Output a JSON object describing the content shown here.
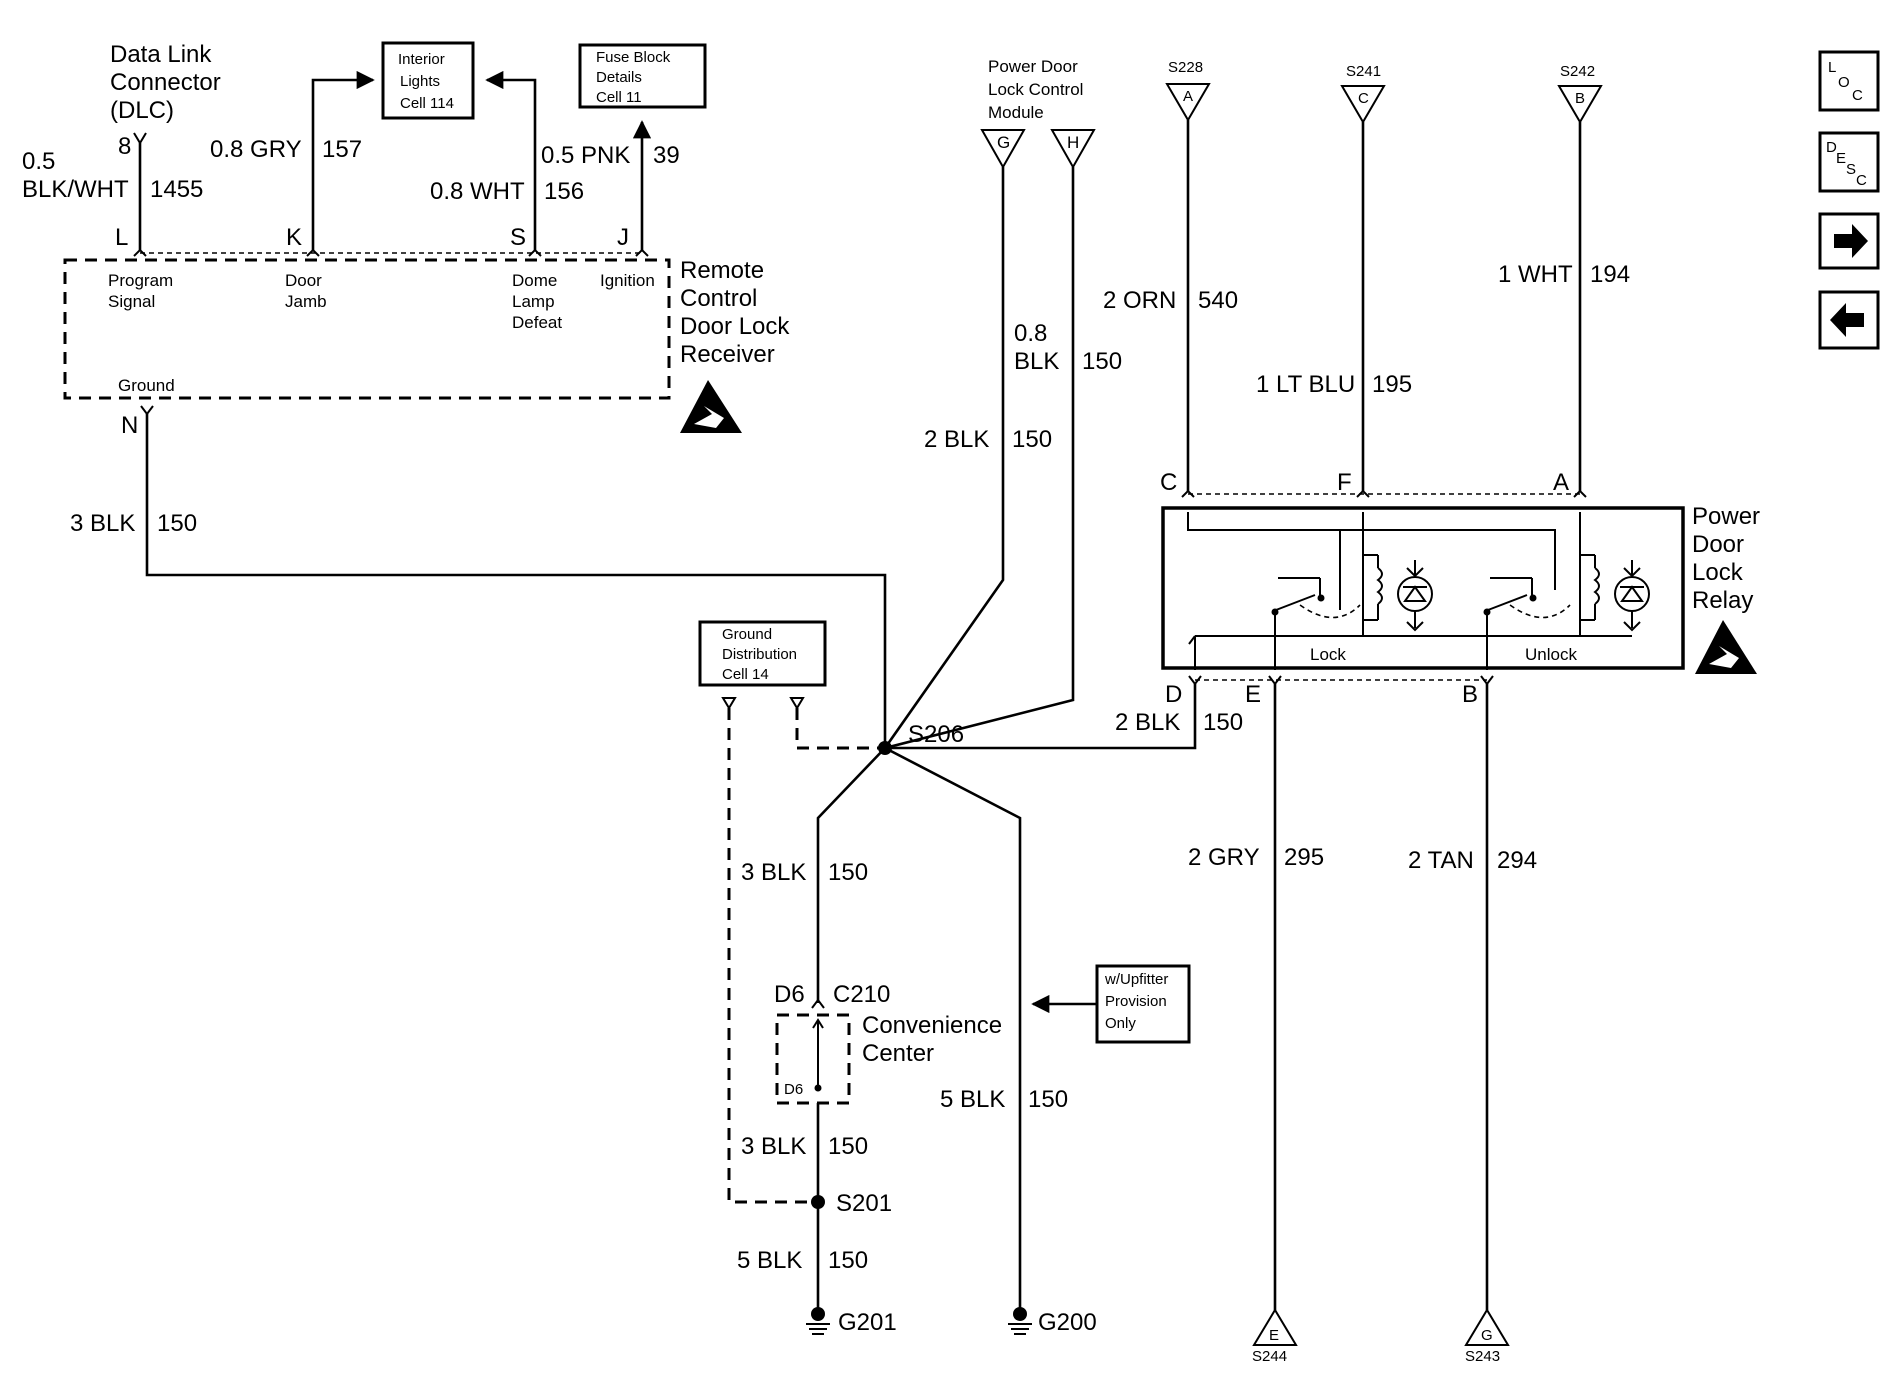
{
  "dlc": {
    "title": [
      "Data Link",
      "Connector",
      "(DLC)"
    ],
    "pin": "8",
    "wire_size": "0.5",
    "wire_color": "BLK/WHT",
    "circuit": "1455"
  },
  "references": {
    "interior_lights": [
      "Interior",
      "Lights",
      "Cell 114"
    ],
    "fuse_block": [
      "Fuse Block",
      "Details",
      "Cell 11"
    ],
    "ground_distribution": [
      "Ground",
      "Distribution",
      "Cell 14"
    ],
    "upfitter": [
      "w/Upfitter",
      "Provision",
      "Only"
    ]
  },
  "receiver": {
    "title": [
      "Remote",
      "Control",
      "Door Lock",
      "Receiver"
    ],
    "pins": {
      "L": "L",
      "K": "K",
      "S": "S",
      "J": "J",
      "N": "N"
    },
    "pin_labels": {
      "program": [
        "Program",
        "Signal"
      ],
      "door_jamb": [
        "Door",
        "Jamb"
      ],
      "dome": [
        "Dome",
        "Lamp",
        "Defeat"
      ],
      "ignition": "Ignition",
      "ground": "Ground"
    }
  },
  "pdlcm": {
    "title": [
      "Power Door",
      "Lock Control",
      "Module"
    ],
    "pin_g": "G",
    "pin_h": "H"
  },
  "splice_refs": {
    "s228": {
      "name": "S228",
      "letter": "A"
    },
    "s241": {
      "name": "S241",
      "letter": "C"
    },
    "s242": {
      "name": "S242",
      "letter": "B"
    },
    "s244": {
      "name": "S244",
      "letter": "E"
    },
    "s243": {
      "name": "S243",
      "letter": "G"
    }
  },
  "relay": {
    "title": [
      "Power",
      "Door",
      "Lock",
      "Relay"
    ],
    "pins": {
      "C": "C",
      "F": "F",
      "A": "A",
      "D": "D",
      "E": "E",
      "B": "B"
    },
    "lock": "Lock",
    "unlock": "Unlock"
  },
  "wires": {
    "w157": {
      "color": "0.8 GRY",
      "circuit": "157"
    },
    "w156": {
      "color": "0.8 WHT",
      "circuit": "156"
    },
    "w39": {
      "color": "0.5 PNK",
      "circuit": "39"
    },
    "w150_rcv": {
      "color": "3 BLK",
      "circuit": "150"
    },
    "w150_g": {
      "color": "2 BLK",
      "circuit": "150"
    },
    "w150_h": {
      "size": "0.8",
      "color": "BLK",
      "circuit": "150"
    },
    "w540": {
      "color": "2 ORN",
      "circuit": "540"
    },
    "w195": {
      "color": "1 LT BLU",
      "circuit": "195"
    },
    "w194": {
      "color": "1 WHT",
      "circuit": "194"
    },
    "w150_d": {
      "color": "2 BLK",
      "circuit": "150"
    },
    "w295": {
      "color": "2 GRY",
      "circuit": "295"
    },
    "w294": {
      "color": "2 TAN",
      "circuit": "294"
    },
    "w150_upper": {
      "color": "3 BLK",
      "circuit": "150"
    },
    "w150_lower": {
      "color": "3 BLK",
      "circuit": "150"
    },
    "w150_g201": {
      "color": "5 BLK",
      "circuit": "150"
    },
    "w150_g200": {
      "color": "5 BLK",
      "circuit": "150"
    }
  },
  "splices": {
    "s206": "S206",
    "s201": "S201"
  },
  "connector": {
    "pin": "D6",
    "name": "C210",
    "inner_pin": "D6"
  },
  "convenience_center": [
    "Convenience",
    "Center"
  ],
  "grounds": {
    "g201": "G201",
    "g200": "G200"
  },
  "nav": {
    "loc": "LOC",
    "desc": "DESC",
    "next": "next-arrow",
    "prev": "previous-arrow"
  }
}
